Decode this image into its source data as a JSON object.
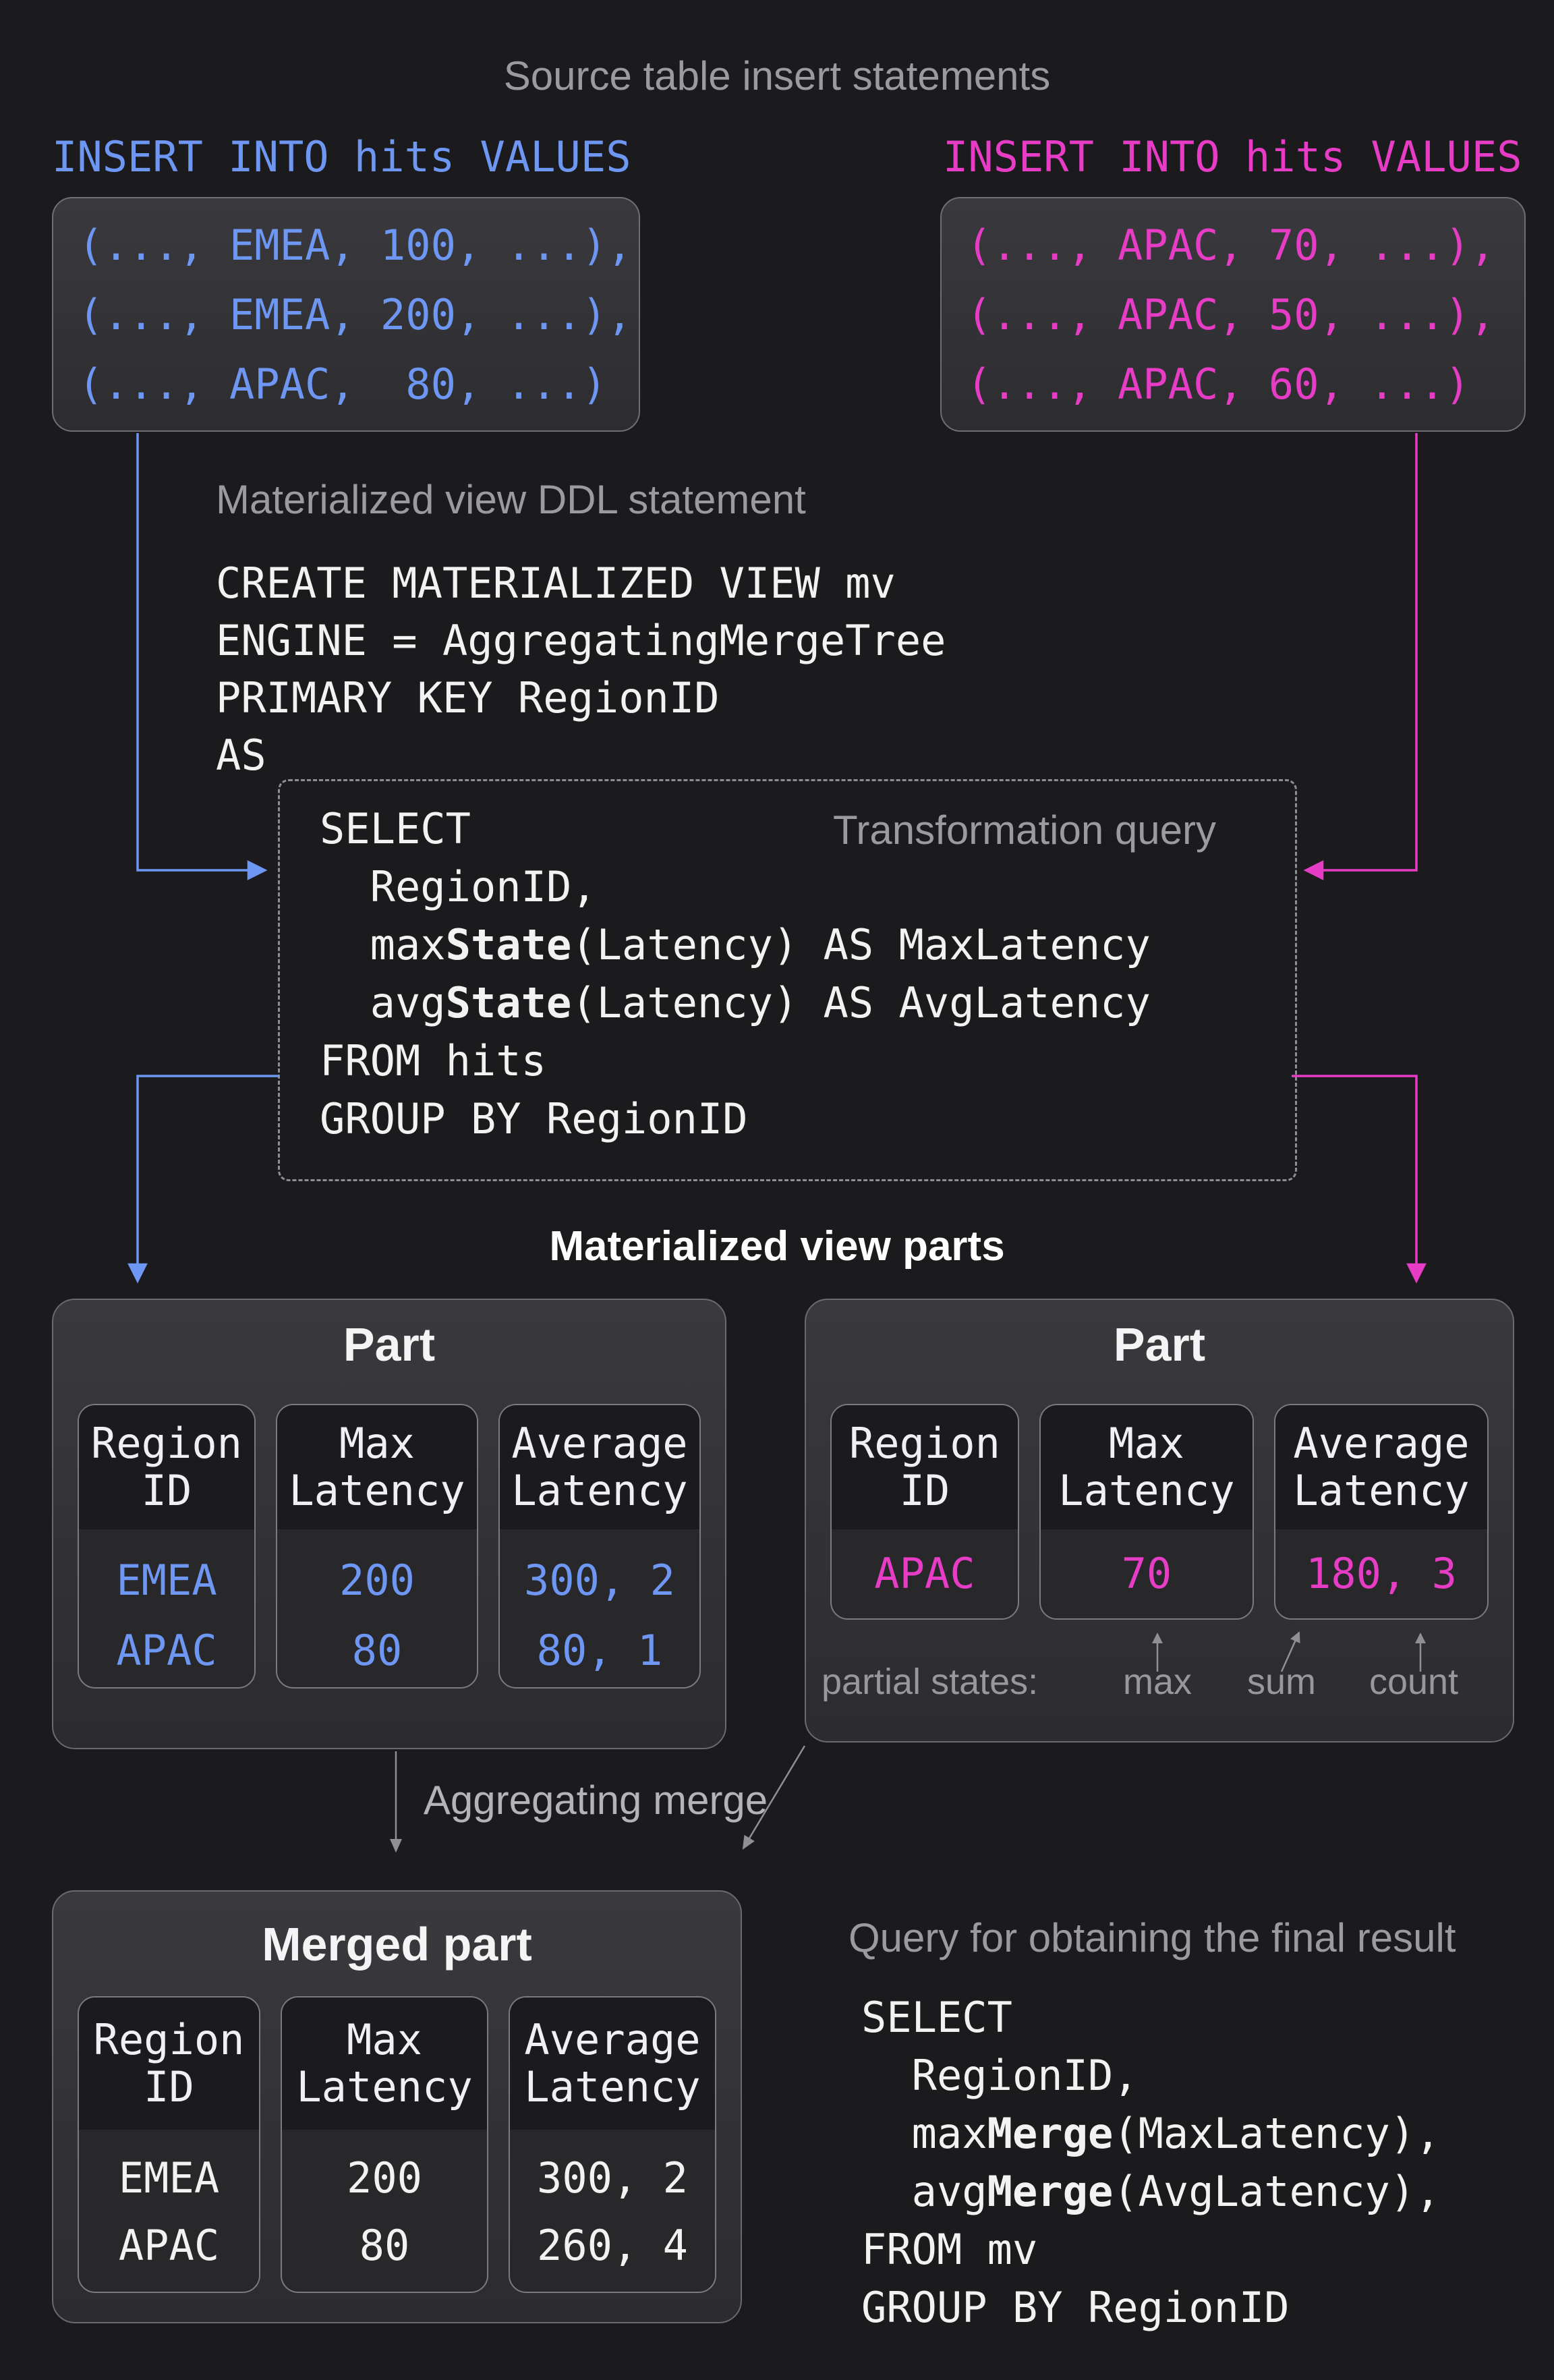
{
  "colors": {
    "background": "#1b1b1d",
    "blue_accent": "#6e96f3",
    "pink_accent": "#e73cc5",
    "gray_heading": "#9b9b9f",
    "white_text": "#f2f2f3"
  },
  "headings": {
    "source": "Source table insert statements",
    "ddl": "Materialized view DDL statement",
    "transform": "Transformation query",
    "parts": "Materialized view parts",
    "merge": "Aggregating merge",
    "final": "Query for obtaining the final result"
  },
  "insert_left": {
    "label": "INSERT INTO hits VALUES",
    "rows": [
      "(..., EMEA, 100, ...),",
      "(..., EMEA, 200, ...),",
      "(..., APAC,  80, ...)"
    ]
  },
  "insert_right": {
    "label": "INSERT INTO hits VALUES",
    "rows": [
      "(..., APAC, 70, ...),",
      "(..., APAC, 50, ...),",
      "(..., APAC, 60, ...)"
    ]
  },
  "ddl_code": [
    [
      {
        "t": "CREATE MATERIALIZED VIEW mv"
      }
    ],
    [
      {
        "t": "ENGINE = AggregatingMergeTree"
      }
    ],
    [
      {
        "t": "PRIMARY KEY RegionID"
      }
    ],
    [
      {
        "t": "AS"
      }
    ]
  ],
  "transform_code": [
    [
      {
        "t": "SELECT"
      }
    ],
    [
      {
        "t": "  RegionID,"
      }
    ],
    [
      {
        "t": "  max"
      },
      {
        "t": "State",
        "b": true
      },
      {
        "t": "(Latency) AS MaxLatency"
      }
    ],
    [
      {
        "t": "  avg"
      },
      {
        "t": "State",
        "b": true
      },
      {
        "t": "(Latency) AS AvgLatency"
      }
    ],
    [
      {
        "t": "FROM hits"
      }
    ],
    [
      {
        "t": "GROUP BY RegionID"
      }
    ]
  ],
  "part_left": {
    "title": "Part",
    "columns": [
      {
        "header": [
          "Region",
          "ID"
        ],
        "values": [
          "EMEA",
          "APAC"
        ]
      },
      {
        "header": [
          "Max",
          "Latency"
        ],
        "values": [
          "200",
          "80"
        ]
      },
      {
        "header": [
          "Average",
          "Latency"
        ],
        "values": [
          "300, 2",
          "80, 1"
        ]
      }
    ]
  },
  "part_right": {
    "title": "Part",
    "columns": [
      {
        "header": [
          "Region",
          "ID"
        ],
        "values": [
          "APAC"
        ]
      },
      {
        "header": [
          "Max",
          "Latency"
        ],
        "values": [
          "70"
        ]
      },
      {
        "header": [
          "Average",
          "Latency"
        ],
        "values": [
          "180, 3"
        ]
      }
    ]
  },
  "partial_states": {
    "label": "partial states:",
    "tags": [
      "max",
      "sum",
      "count"
    ]
  },
  "merged_part": {
    "title": "Merged part",
    "columns": [
      {
        "header": [
          "Region",
          "ID"
        ],
        "values": [
          "EMEA",
          "APAC"
        ]
      },
      {
        "header": [
          "Max",
          "Latency"
        ],
        "values": [
          "200",
          "80"
        ]
      },
      {
        "header": [
          "Average",
          "Latency"
        ],
        "values": [
          "300, 2",
          "260, 4"
        ]
      }
    ]
  },
  "final_code": [
    [
      {
        "t": "SELECT"
      }
    ],
    [
      {
        "t": "  RegionID,"
      }
    ],
    [
      {
        "t": "  max"
      },
      {
        "t": "Merge",
        "b": true
      },
      {
        "t": "(MaxLatency),"
      }
    ],
    [
      {
        "t": "  avg"
      },
      {
        "t": "Merge",
        "b": true
      },
      {
        "t": "(AvgLatency),"
      }
    ],
    [
      {
        "t": "FROM mv"
      }
    ],
    [
      {
        "t": "GROUP BY RegionID"
      }
    ]
  ]
}
